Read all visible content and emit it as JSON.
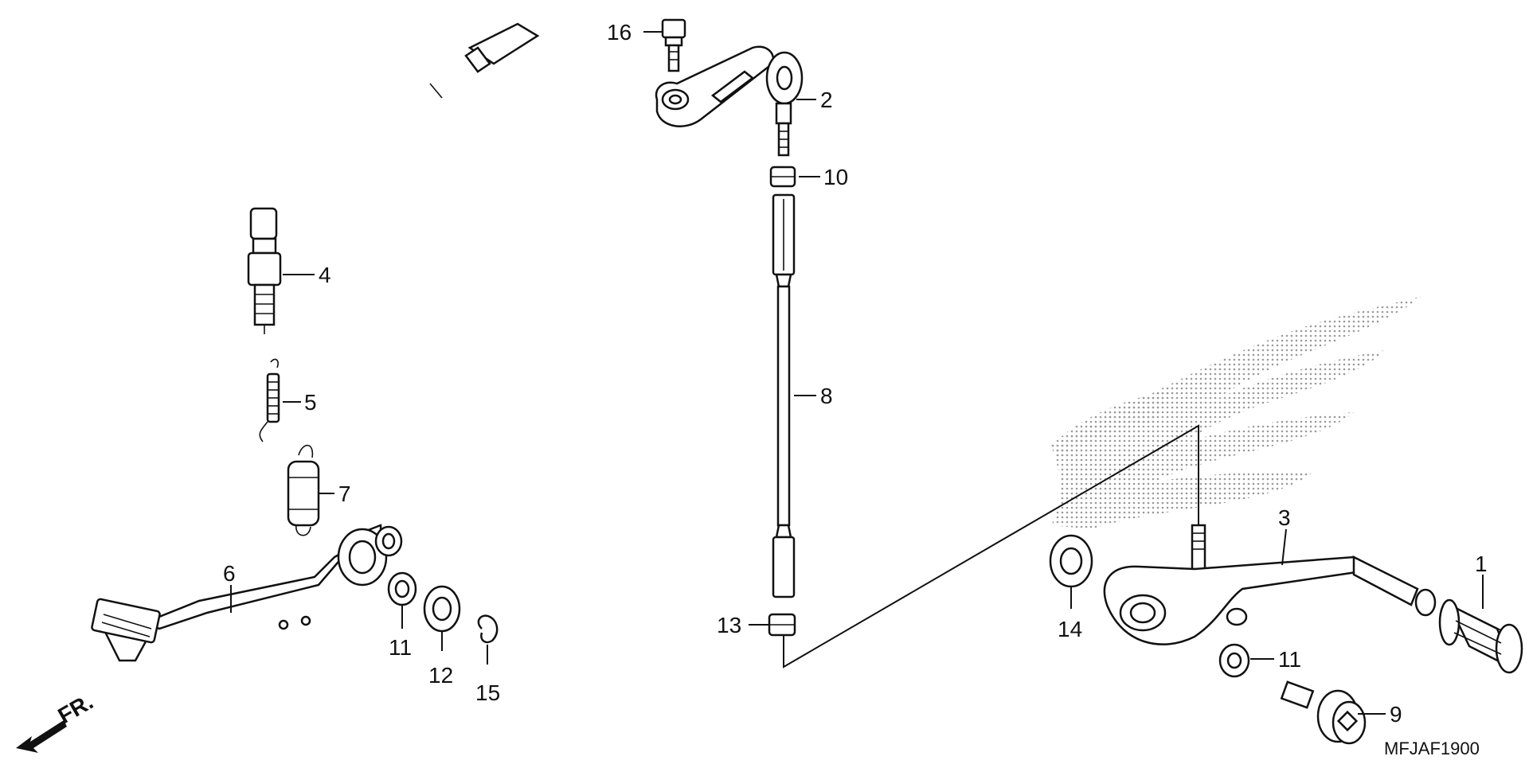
{
  "diagram_code": "MFJAF1900",
  "front_marker": "FR.",
  "callouts": [
    {
      "id": "c1",
      "label": "1"
    },
    {
      "id": "c2",
      "label": "2"
    },
    {
      "id": "c3",
      "label": "3"
    },
    {
      "id": "c4",
      "label": "4"
    },
    {
      "id": "c5",
      "label": "5"
    },
    {
      "id": "c6",
      "label": "6"
    },
    {
      "id": "c7",
      "label": "7"
    },
    {
      "id": "c8",
      "label": "8"
    },
    {
      "id": "c9",
      "label": "9"
    },
    {
      "id": "c10",
      "label": "10"
    },
    {
      "id": "c11a",
      "label": "11"
    },
    {
      "id": "c11b",
      "label": "11"
    },
    {
      "id": "c12",
      "label": "12"
    },
    {
      "id": "c13",
      "label": "13"
    },
    {
      "id": "c14",
      "label": "14"
    },
    {
      "id": "c15",
      "label": "15"
    },
    {
      "id": "c16",
      "label": "16"
    }
  ],
  "colors": {
    "ink": "#111111",
    "background": "#ffffff",
    "watermark": "#9a9a9a"
  }
}
